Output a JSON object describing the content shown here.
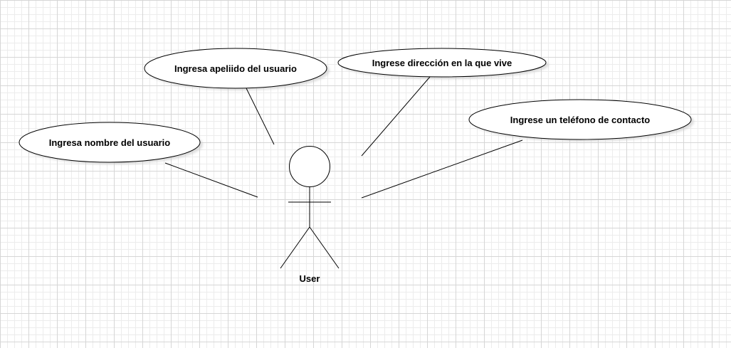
{
  "diagram": {
    "type": "use-case",
    "actor": {
      "label": "User"
    },
    "use_cases": [
      {
        "id": "uc-nombre",
        "label": "Ingresa nombre del usuario"
      },
      {
        "id": "uc-apellido",
        "label": "Ingresa apeliido del usuario"
      },
      {
        "id": "uc-direccion",
        "label": "Ingrese dirección en la que vive"
      },
      {
        "id": "uc-telefono",
        "label": "Ingrese un teléfono de contacto"
      }
    ],
    "associations": [
      {
        "from": "User",
        "to": "uc-nombre"
      },
      {
        "from": "User",
        "to": "uc-apellido"
      },
      {
        "from": "User",
        "to": "uc-direccion"
      },
      {
        "from": "User",
        "to": "uc-telefono"
      }
    ]
  },
  "colors": {
    "stroke": "#000000",
    "fill": "#ffffff",
    "shadow": "#c8c8c8",
    "grid": "#d6d6d6"
  }
}
